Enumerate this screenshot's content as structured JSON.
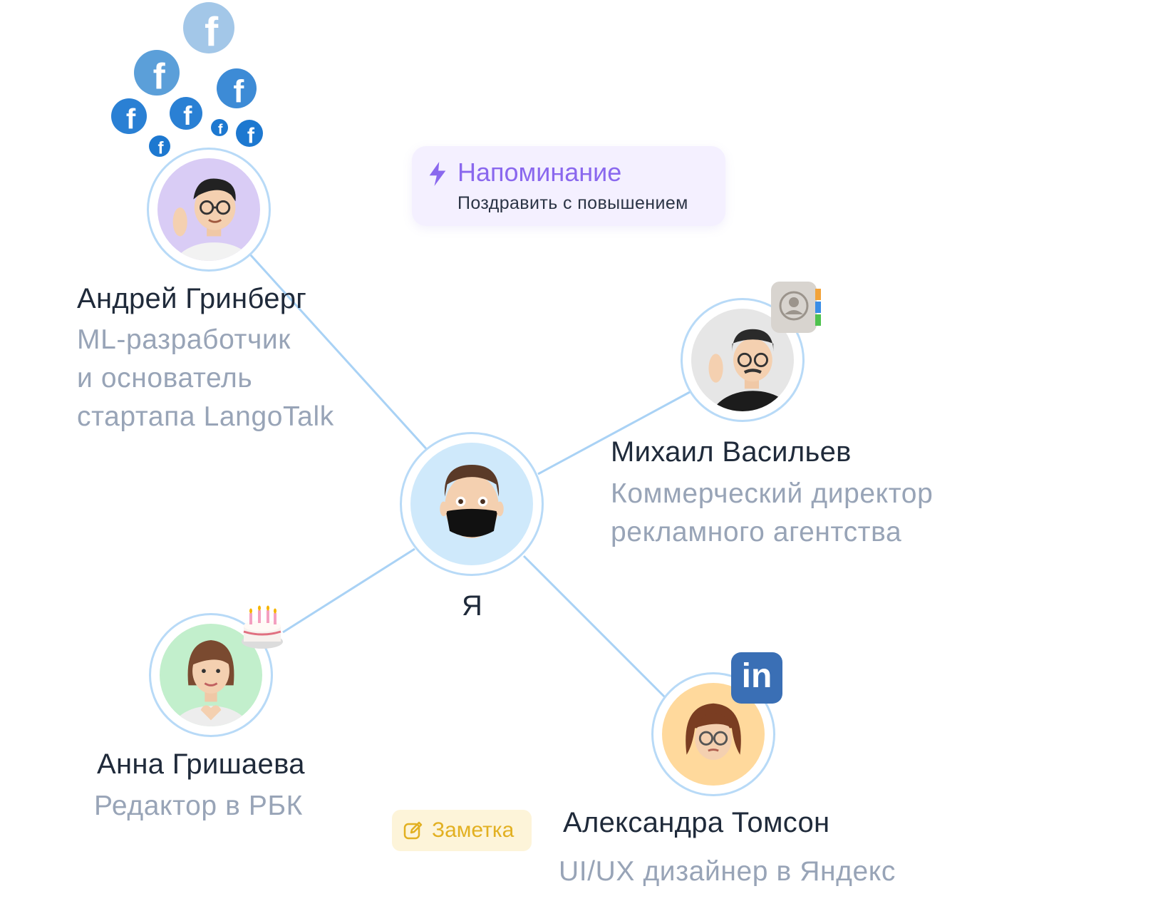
{
  "colors": {
    "line": "#a9d2f5",
    "ring": "#b8daf7",
    "facebook_light": "#9dc3e6",
    "facebook_mid": "#5d9fd8",
    "facebook_dark": "#1d78d0",
    "linkedin": "#3a6fb5",
    "reminder_accent": "#8a68ee",
    "note_accent": "#e2b021"
  },
  "me": {
    "label": "Я",
    "avatar_icon": "memoji-man-mask-icon"
  },
  "contacts": [
    {
      "id": "andrey",
      "name": "Андрей Гринберг",
      "description_lines": [
        "ML-разработчик",
        "и основатель",
        "стартапа LangoTalk"
      ],
      "avatar_icon": "memoji-man-glasses-icon",
      "source_icon": "facebook-icon"
    },
    {
      "id": "mikhail",
      "name": "Михаил Васильев",
      "description_lines": [
        "Коммерческий директор",
        "рекламного агентства"
      ],
      "avatar_icon": "memoji-man-beanie-icon",
      "source_icon": "contacts-app-icon"
    },
    {
      "id": "anna",
      "name": "Анна Гришаева",
      "description_lines": [
        "Редактор в РБК"
      ],
      "avatar_icon": "memoji-woman-heart-icon",
      "event_icon": "birthday-cake-icon"
    },
    {
      "id": "alexandra",
      "name": "Александра Томсон",
      "description_lines": [
        "UI/UX дизайнер в Яндекс"
      ],
      "avatar_icon": "memoji-woman-glasses-icon",
      "source_icon": "linkedin-icon",
      "source_label": "in"
    }
  ],
  "reminder": {
    "icon": "lightning-icon",
    "title": "Напоминание",
    "text": "Поздравить с повышением"
  },
  "note": {
    "icon": "edit-note-icon",
    "label": "Заметка"
  },
  "facebook_glyph": "f"
}
